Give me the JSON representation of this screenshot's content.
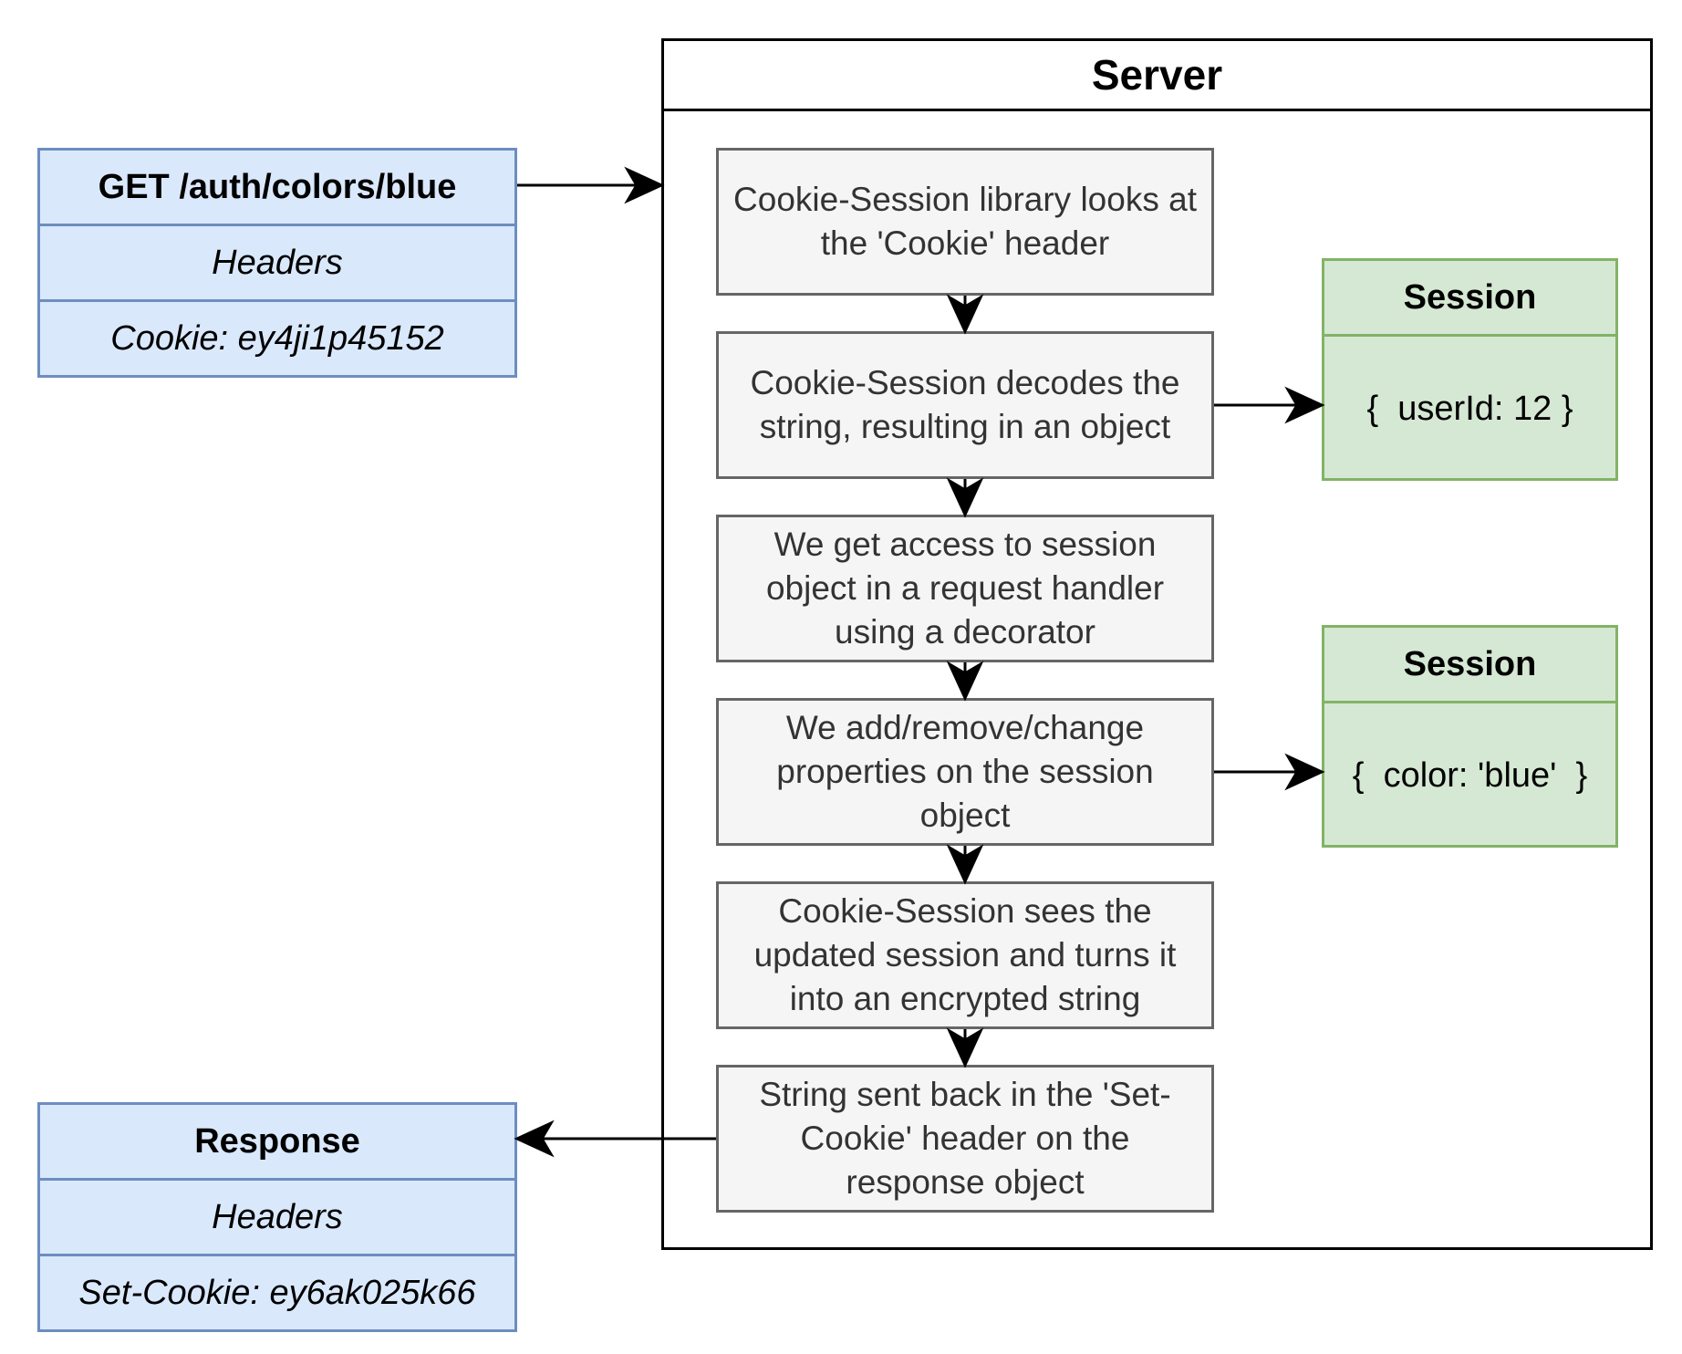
{
  "server": {
    "title": "Server"
  },
  "request": {
    "title": "GET /auth/colors/blue",
    "headers": "Headers",
    "cookie": "Cookie: ey4ji1p45152"
  },
  "response": {
    "title": "Response",
    "headers": "Headers",
    "cookie": "Set-Cookie: ey6ak025k66"
  },
  "steps": [
    "Cookie-Session library looks at the 'Cookie' header",
    "Cookie-Session decodes the string, resulting in an object",
    "We get access to session object in a request handler using a decorator",
    "We add/remove/change properties on the session object",
    "Cookie-Session sees the updated session and turns it into an encrypted string",
    "String sent back in the 'Set-Cookie' header on the response object"
  ],
  "sessions": [
    {
      "title": "Session",
      "body": "{  userId: 12 }"
    },
    {
      "title": "Session",
      "body": "{  color: 'blue'  }"
    }
  ]
}
